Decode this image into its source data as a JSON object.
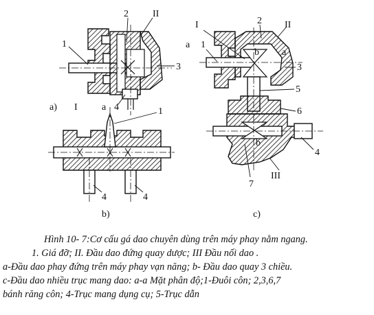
{
  "diagram": {
    "a": {
      "part_labels": [
        "1",
        "2",
        "II",
        "3",
        "I",
        "a",
        "4"
      ],
      "sub_label": "a)"
    },
    "b": {
      "part_labels": [
        "1",
        "4",
        "4"
      ],
      "sub_label": "b)"
    },
    "c": {
      "part_labels": [
        "I",
        "2",
        "II",
        "a",
        "b",
        "a",
        "1",
        "3",
        "5",
        "6",
        "b",
        "4",
        "III",
        "7"
      ],
      "sub_label": "c)"
    }
  },
  "caption": {
    "line1": "Hình 10- 7:Cơ cấu gá dao chuyên dùng trên máy phay nằm ngang.",
    "line2": "1. Giá đỡ; II. Đầu dao đứng quay dược; III Đầu nối dao .",
    "line3": "a-Đầu dao phay đứng trên máy phay vạn năng; b- Đầu dao quay 3 chiều.",
    "line4": "c-Đầu dao nhiều trục mang dao: a-a Mặt phân độ;1-Đuôi côn; 2,3,6,7",
    "line5": "bánh răng côn; 4-Trục mang dụng cụ; 5-Trục dẫn"
  },
  "colors": {
    "ink": "#111111",
    "paper": "#ffffff"
  }
}
